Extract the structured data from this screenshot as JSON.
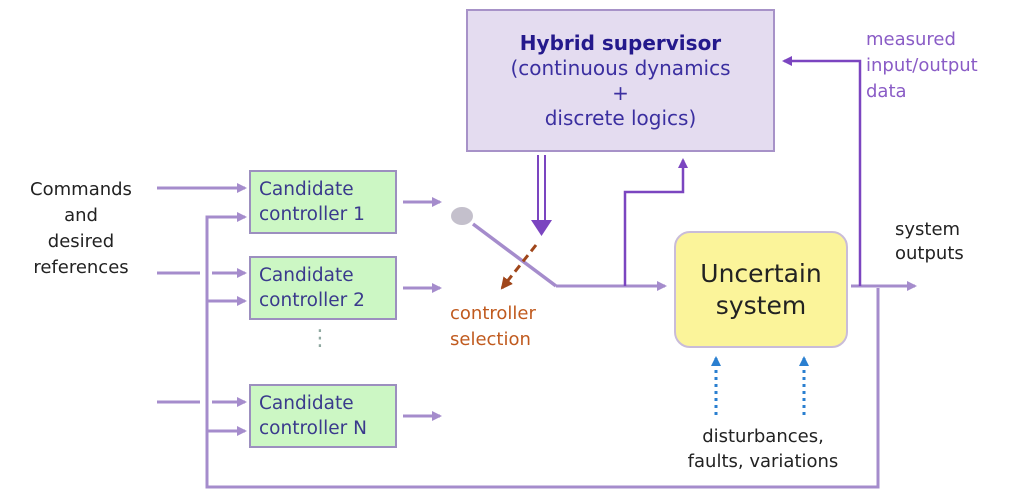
{
  "diagram": {
    "supervisor": {
      "title": "Hybrid supervisor",
      "line2": "(continuous dynamics",
      "line3": "+",
      "line4": "discrete logics)"
    },
    "inputs_label": [
      "Commands",
      "and",
      "desired",
      "references"
    ],
    "measured_label": [
      "measured",
      "input/output",
      "data"
    ],
    "candidates": [
      {
        "line1": "Candidate",
        "line2": "controller 1"
      },
      {
        "line1": "Candidate",
        "line2": "controller 2"
      },
      {
        "line1": "Candidate",
        "line2": "controller N"
      }
    ],
    "ellipsis": "⋮",
    "selection_label": [
      "controller",
      "selection"
    ],
    "plant": {
      "line1": "Uncertain",
      "line2": "system"
    },
    "outputs_label": [
      "system",
      "outputs"
    ],
    "disturbance_label": [
      "disturbances,",
      "faults, variations"
    ],
    "colors": {
      "wire": "#a58ccc",
      "strong_wire": "#7b45c0",
      "selection_arrow": "#a0461a",
      "disturbance_arrow": "#2a7fd0",
      "supervisor_fill": "#e4dcf0",
      "candidate_fill": "#ccf7c4",
      "plant_fill": "#fbf49a"
    }
  }
}
